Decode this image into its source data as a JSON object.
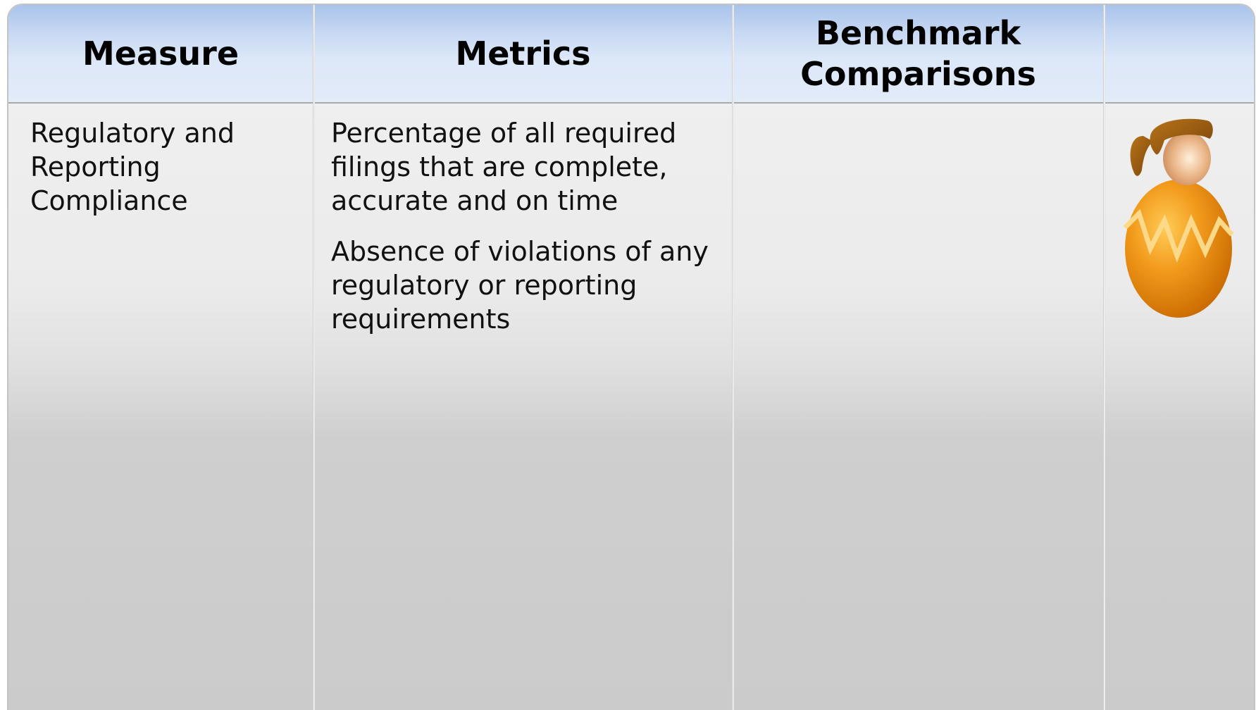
{
  "table": {
    "headers": {
      "measure": "Measure",
      "metrics": "Metrics",
      "benchmark": "Benchmark\nComparisons",
      "extra": ""
    },
    "rows": [
      {
        "measure": "Regulatory and\nReporting\nCompliance",
        "metrics": [
          "Percentage of all required\nfilings that are complete,\naccurate and on time",
          "Absence of violations of any\nregulatory or reporting\nrequirements"
        ],
        "benchmark": ""
      }
    ]
  },
  "colors": {
    "header_top": "#a9c3ea",
    "header_bottom": "#e2ebf8",
    "body_top": "#efefef",
    "body_bottom": "#cbcbcb",
    "clipart_orange": "#f29a1c"
  },
  "icons": {
    "clipart": "person-egg-clipart-icon"
  }
}
